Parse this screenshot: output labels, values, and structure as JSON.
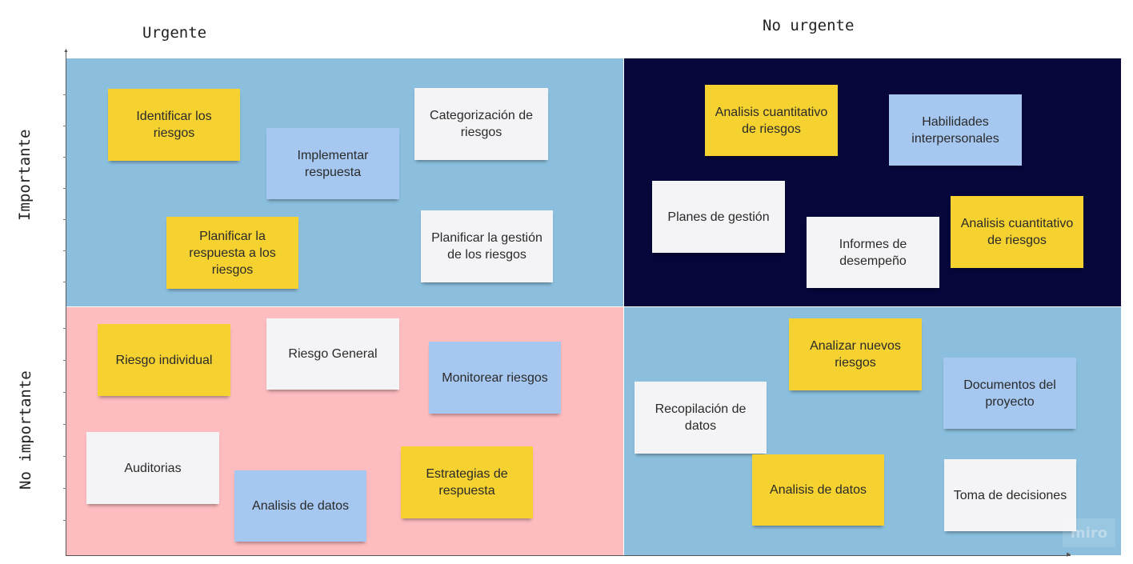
{
  "columns": {
    "urgent": "Urgente",
    "not_urgent": "No urgente"
  },
  "rows": {
    "important": "Importante",
    "not_important": "No importante"
  },
  "colors": {
    "urgent_important": "#8bbfdd",
    "not_urgent_important": "#06063a",
    "urgent_not_important": "#fdbcbf",
    "not_urgent_not_important": "#8bbfdd",
    "note_yellow": "#f5d230",
    "note_blue": "#a6c8f0",
    "note_white": "#f4f4f6"
  },
  "notes": {
    "q1": [
      {
        "text": "Identificar los riesgos",
        "color": "yellow"
      },
      {
        "text": "Implementar respuesta",
        "color": "blue"
      },
      {
        "text": "Categorización de riesgos",
        "color": "white"
      },
      {
        "text": "Planificar la respuesta a los riesgos",
        "color": "yellow"
      },
      {
        "text": "Planificar la gestión de los riesgos",
        "color": "white"
      }
    ],
    "q2": [
      {
        "text": "Analisis cuantitativo de riesgos",
        "color": "yellow"
      },
      {
        "text": "Habilidades interpersonales",
        "color": "blue"
      },
      {
        "text": "Planes de gestión",
        "color": "white"
      },
      {
        "text": "Informes de desempeño",
        "color": "white"
      },
      {
        "text": "Analisis cuantitativo de riesgos",
        "color": "yellow"
      }
    ],
    "q3": [
      {
        "text": "Riesgo individual",
        "color": "yellow"
      },
      {
        "text": "Riesgo General",
        "color": "white"
      },
      {
        "text": "Monitorear riesgos",
        "color": "blue"
      },
      {
        "text": "Auditorias",
        "color": "white"
      },
      {
        "text": "Analisis de datos",
        "color": "blue"
      },
      {
        "text": "Estrategias de respuesta",
        "color": "yellow"
      }
    ],
    "q4": [
      {
        "text": "Analizar nuevos riesgos",
        "color": "yellow"
      },
      {
        "text": "Documentos del proyecto",
        "color": "blue"
      },
      {
        "text": "Recopilación de datos",
        "color": "white"
      },
      {
        "text": "Analisis de datos",
        "color": "yellow"
      },
      {
        "text": "Toma de decisiones",
        "color": "white"
      }
    ]
  },
  "watermark": "miro"
}
